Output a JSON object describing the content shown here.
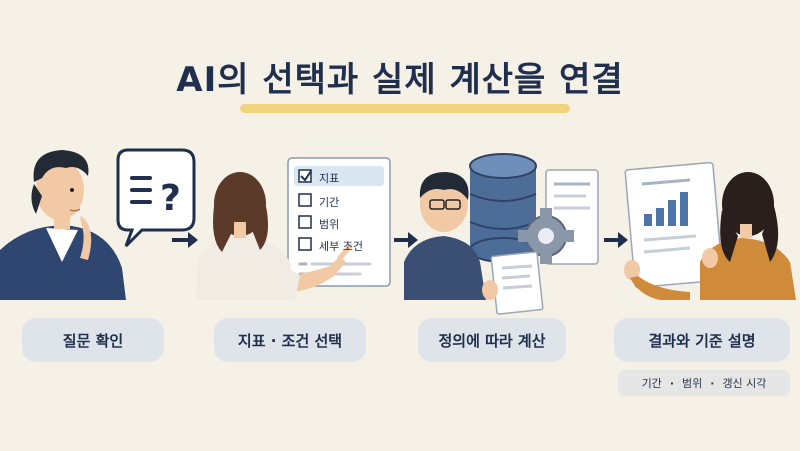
{
  "title": "AI의 선택과 실제 계산을 연결",
  "steps": [
    {
      "label": "질문 확인",
      "icon": "speech-bubble-question"
    },
    {
      "label": "지표 · 조건 선택",
      "icon": "checklist"
    },
    {
      "label": "정의에 따라 계산",
      "icon": "database-gear"
    },
    {
      "label": "결과와 기준 설명",
      "icon": "bar-chart-report"
    }
  ],
  "checklist": {
    "items": [
      {
        "label": "지표",
        "checked": true
      },
      {
        "label": "기간",
        "checked": false
      },
      {
        "label": "범위",
        "checked": false
      },
      {
        "label": "세부 조건",
        "checked": false
      }
    ]
  },
  "result_note": {
    "items": [
      "기간",
      "범위",
      "갱신 시각"
    ],
    "separator": "·"
  },
  "colors": {
    "navy": "#1f2f4d",
    "accent_yellow": "#f1cf6b",
    "label_bg": "#dfe4ea",
    "db_blue": "#4d6d99",
    "bar_blue": "#4f76a8",
    "background": "#f6f1e6"
  }
}
